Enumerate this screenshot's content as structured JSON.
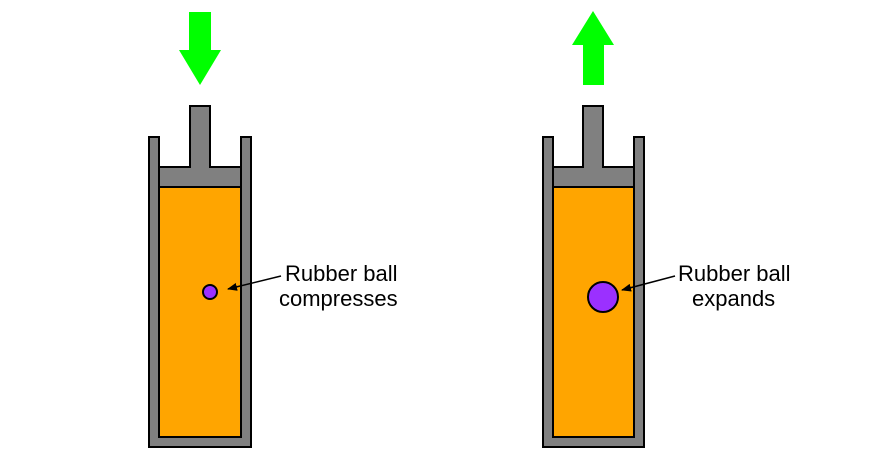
{
  "colors": {
    "arrow": "#00ff00",
    "cylinder_wall": "#808080",
    "fluid": "#ffa500",
    "ball": "#9b30ff",
    "outline": "#000000"
  },
  "left_panel": {
    "arrow_direction": "down",
    "label_line1": "Rubber ball",
    "label_line2": "compresses"
  },
  "right_panel": {
    "arrow_direction": "up",
    "label_line1": "Rubber ball",
    "label_line2": "expands"
  }
}
